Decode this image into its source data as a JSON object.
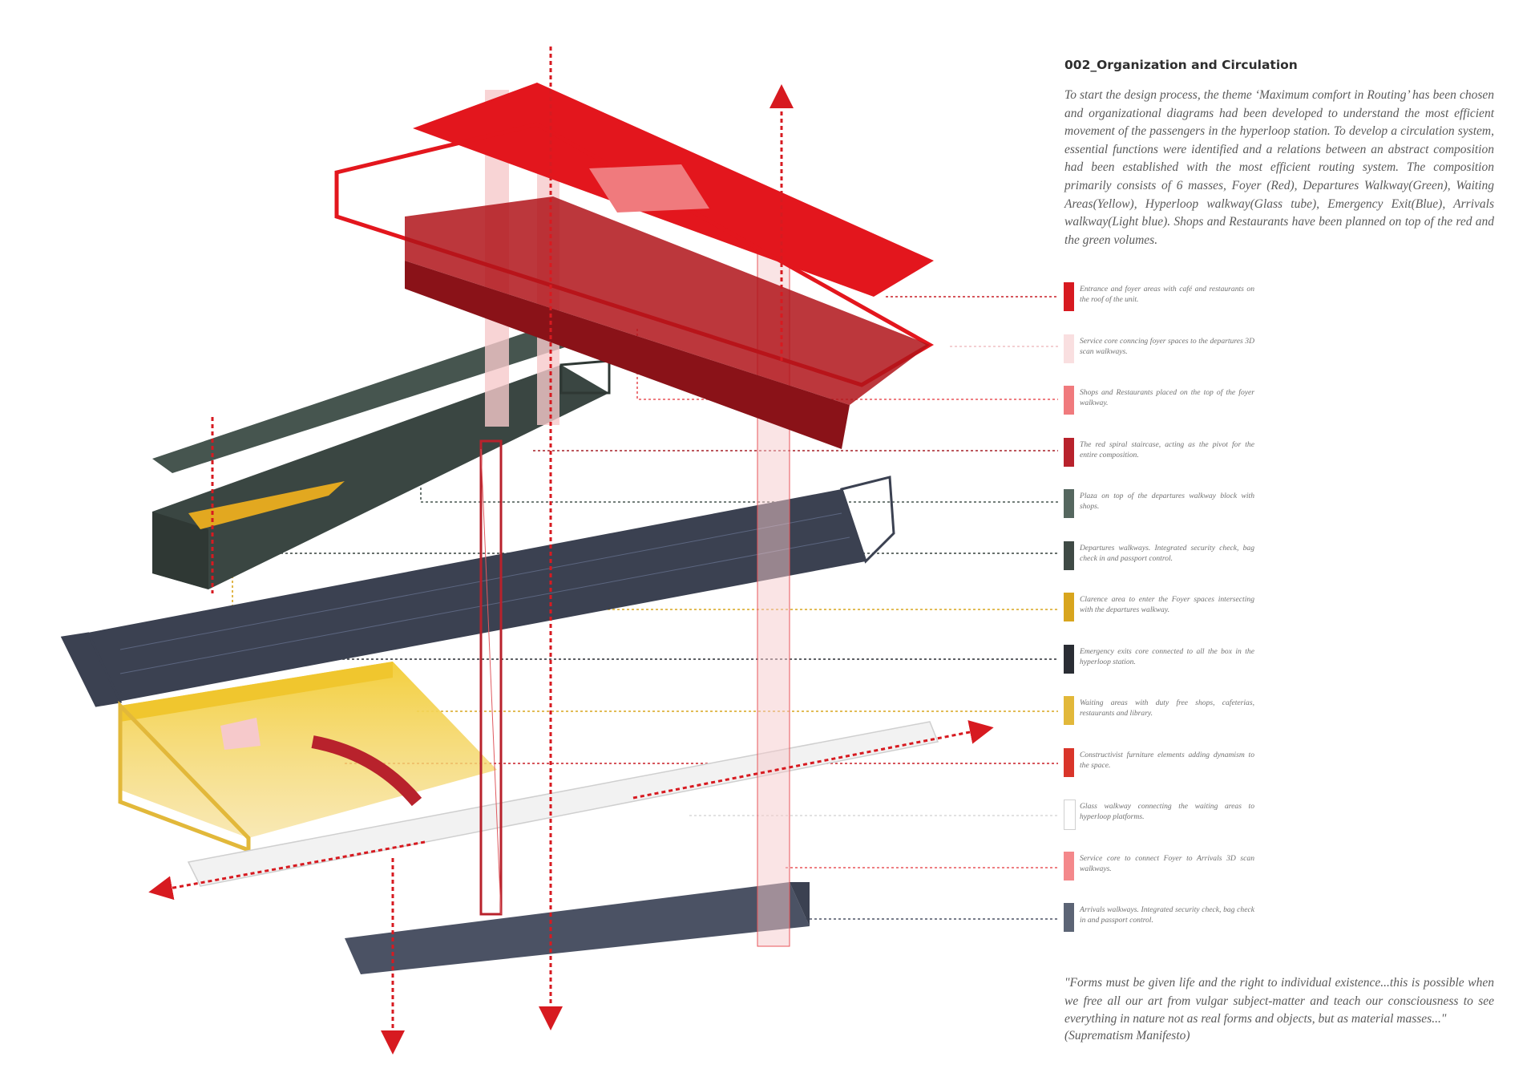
{
  "title": "002_Organization and Circulation",
  "intro": "To start the design process, the theme ‘Maximum comfort in Routing’ has been chosen and organizational diagrams had been developed to understand the most efficient movement of the passengers in the hyperloop station. To develop a circulation system, essential functions were identified and a relations between an abstract composition had been established with the most efficient routing system. The composition primarily consists of 6 masses, Foyer (Red), Departures Walkway(Green), Waiting Areas(Yellow), Hyperloop walkway(Glass tube), Emergency Exit(Blue), Arrivals walkway(Light blue). Shops and Restaurants have been planned on top of the red and the green volumes.",
  "legend": [
    {
      "color": "#d71a20",
      "text": "Entrance and foyer areas with café and restaurants on the roof of the unit."
    },
    {
      "color": "#f9dfe0",
      "text": "Service core conncing foyer spaces to the departures 3D scan walkways."
    },
    {
      "color": "#f07a7d",
      "text": "Shops and Restaurants placed on the top of the foyer walkway."
    },
    {
      "color": "#b8222c",
      "text": "The red spiral staircase, acting as the pivot for the entire composition."
    },
    {
      "color": "#55675f",
      "text": "Plaza on top of the departures walkway block with shops."
    },
    {
      "color": "#3f4a45",
      "text": "Departures walkways. Integrated security check, bag check in and passport control."
    },
    {
      "color": "#d8a51e",
      "text": "Clarence area to enter the Foyer spaces intersecting with the departures walkway."
    },
    {
      "color": "#2a2d34",
      "text": "Emergency exits core connected to all the box in the hyperloop station."
    },
    {
      "color": "#e2b83a",
      "text": "Waiting areas with duty free shops, cafeterias, restaurants and library."
    },
    {
      "color": "#d9352a",
      "text": "Constructivist furniture elements adding dynamism to the space."
    },
    {
      "color": "#ffffff",
      "text": "Glass walkway connecting the waiting areas to hyperloop platforms."
    },
    {
      "color": "#f4888b",
      "text": "Service core to connect Foyer to Arrivals 3D scan walkways."
    },
    {
      "color": "#5c6475",
      "text": "Arrivals walkways. Integrated security check, bag check in and passport control."
    }
  ],
  "quote": "\"Forms must be given life and the right to individual existence...this is possible when we free all our art from vulgar subject-matter and teach our consciousness to see everything in nature not as real forms and objects, but as material masses...\"",
  "quote_source": "(Suprematism Manifesto)",
  "colors": {
    "foyer": "#e3161d",
    "departures": "#46554f",
    "emergency": "#3b4151",
    "waiting": "#f0c62e",
    "glass_tube": "#e6e6e6",
    "arrivals": "#4b5264",
    "service_core": "#f6c9cb",
    "leader": "#d0343a"
  },
  "icons": [
    "people-figure-icon",
    "direction-arrow-icon"
  ]
}
